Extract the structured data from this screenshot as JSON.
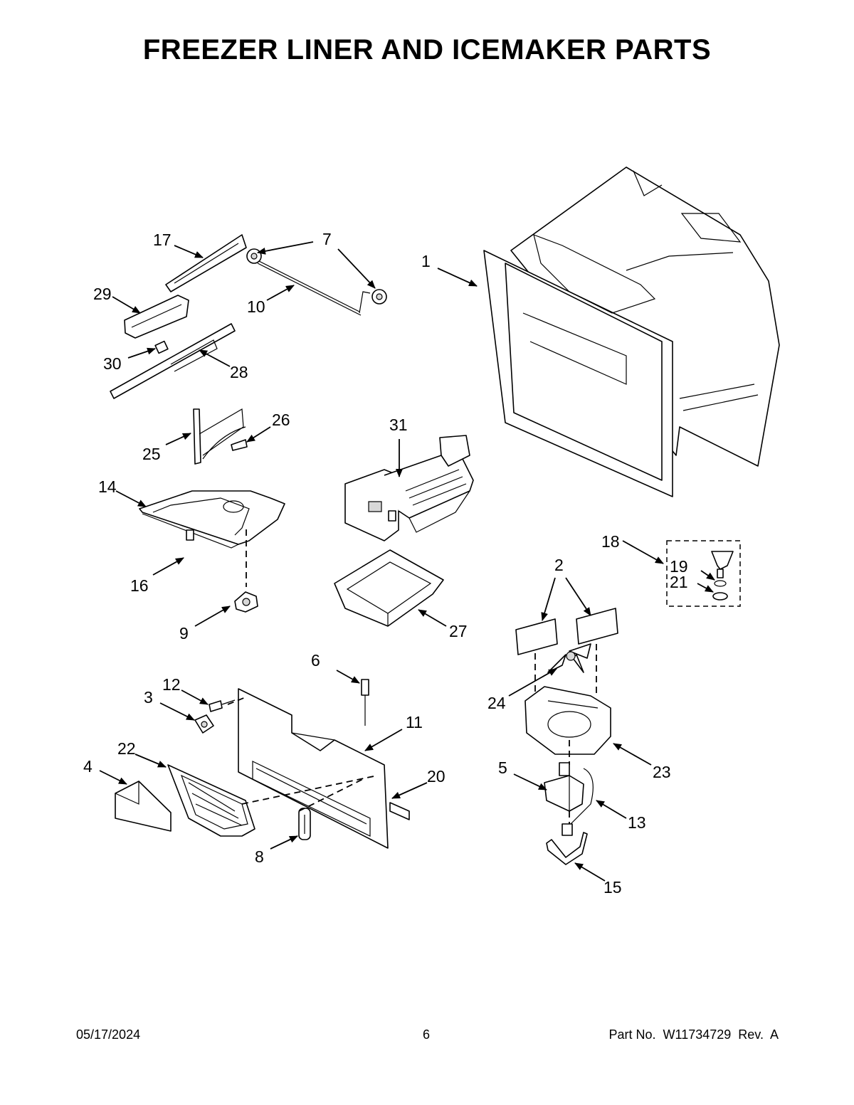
{
  "page": {
    "title": "FREEZER LINER AND ICEMAKER PARTS",
    "footer": {
      "date": "05/17/2024",
      "page_number": "6",
      "part_no": "Part No.  W11734729  Rev.  A"
    }
  },
  "callouts": [
    "1",
    "2",
    "3",
    "4",
    "5",
    "6",
    "7",
    "8",
    "9",
    "10",
    "11",
    "12",
    "13",
    "14",
    "15",
    "16",
    "17",
    "18",
    "19",
    "20",
    "21",
    "22",
    "23",
    "24",
    "25",
    "26",
    "27",
    "28",
    "29",
    "30",
    "31"
  ]
}
